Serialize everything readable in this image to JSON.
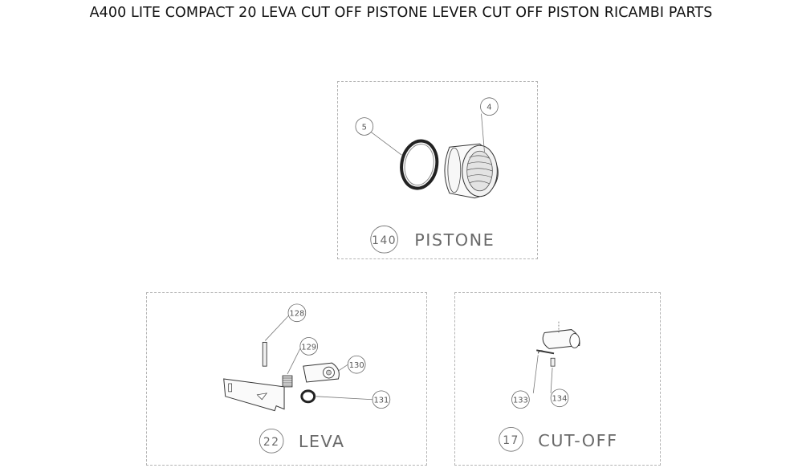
{
  "title": "A400 LITE COMPACT 20 LEVA CUT OFF PISTONE LEVER CUT OFF PISTON RICAMBI PARTS",
  "panels": {
    "pistone": {
      "group_number": "140",
      "group_name": "PISTONE",
      "callouts": [
        "4",
        "5"
      ]
    },
    "leva": {
      "group_number": "22",
      "group_name": "LEVA",
      "callouts": [
        "128",
        "129",
        "130",
        "131"
      ]
    },
    "cutoff": {
      "group_number": "17",
      "group_name": "CUT-OFF",
      "callouts": [
        "133",
        "134"
      ]
    }
  }
}
